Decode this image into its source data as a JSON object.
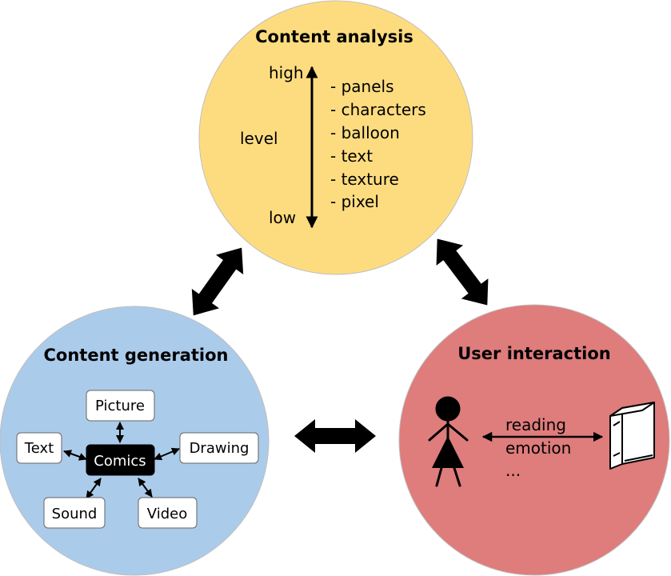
{
  "content_analysis": {
    "title": "Content analysis",
    "level_label": "level",
    "high_label": "high",
    "low_label": "low",
    "items": [
      "- panels",
      "- characters",
      "- balloon",
      "- text",
      "- texture",
      "- pixel"
    ],
    "color": "#FDDC80"
  },
  "content_generation": {
    "title": "Content generation",
    "center_label": "Comics",
    "nodes": {
      "picture": "Picture",
      "text": "Text",
      "drawing": "Drawing",
      "sound": "Sound",
      "video": "Video"
    },
    "color": "#ABCBEA"
  },
  "user_interaction": {
    "title": "User interaction",
    "items": [
      "reading",
      "emotion",
      "..."
    ],
    "color": "#DF7C7C"
  },
  "icons": [
    "person-icon",
    "book-icon"
  ]
}
